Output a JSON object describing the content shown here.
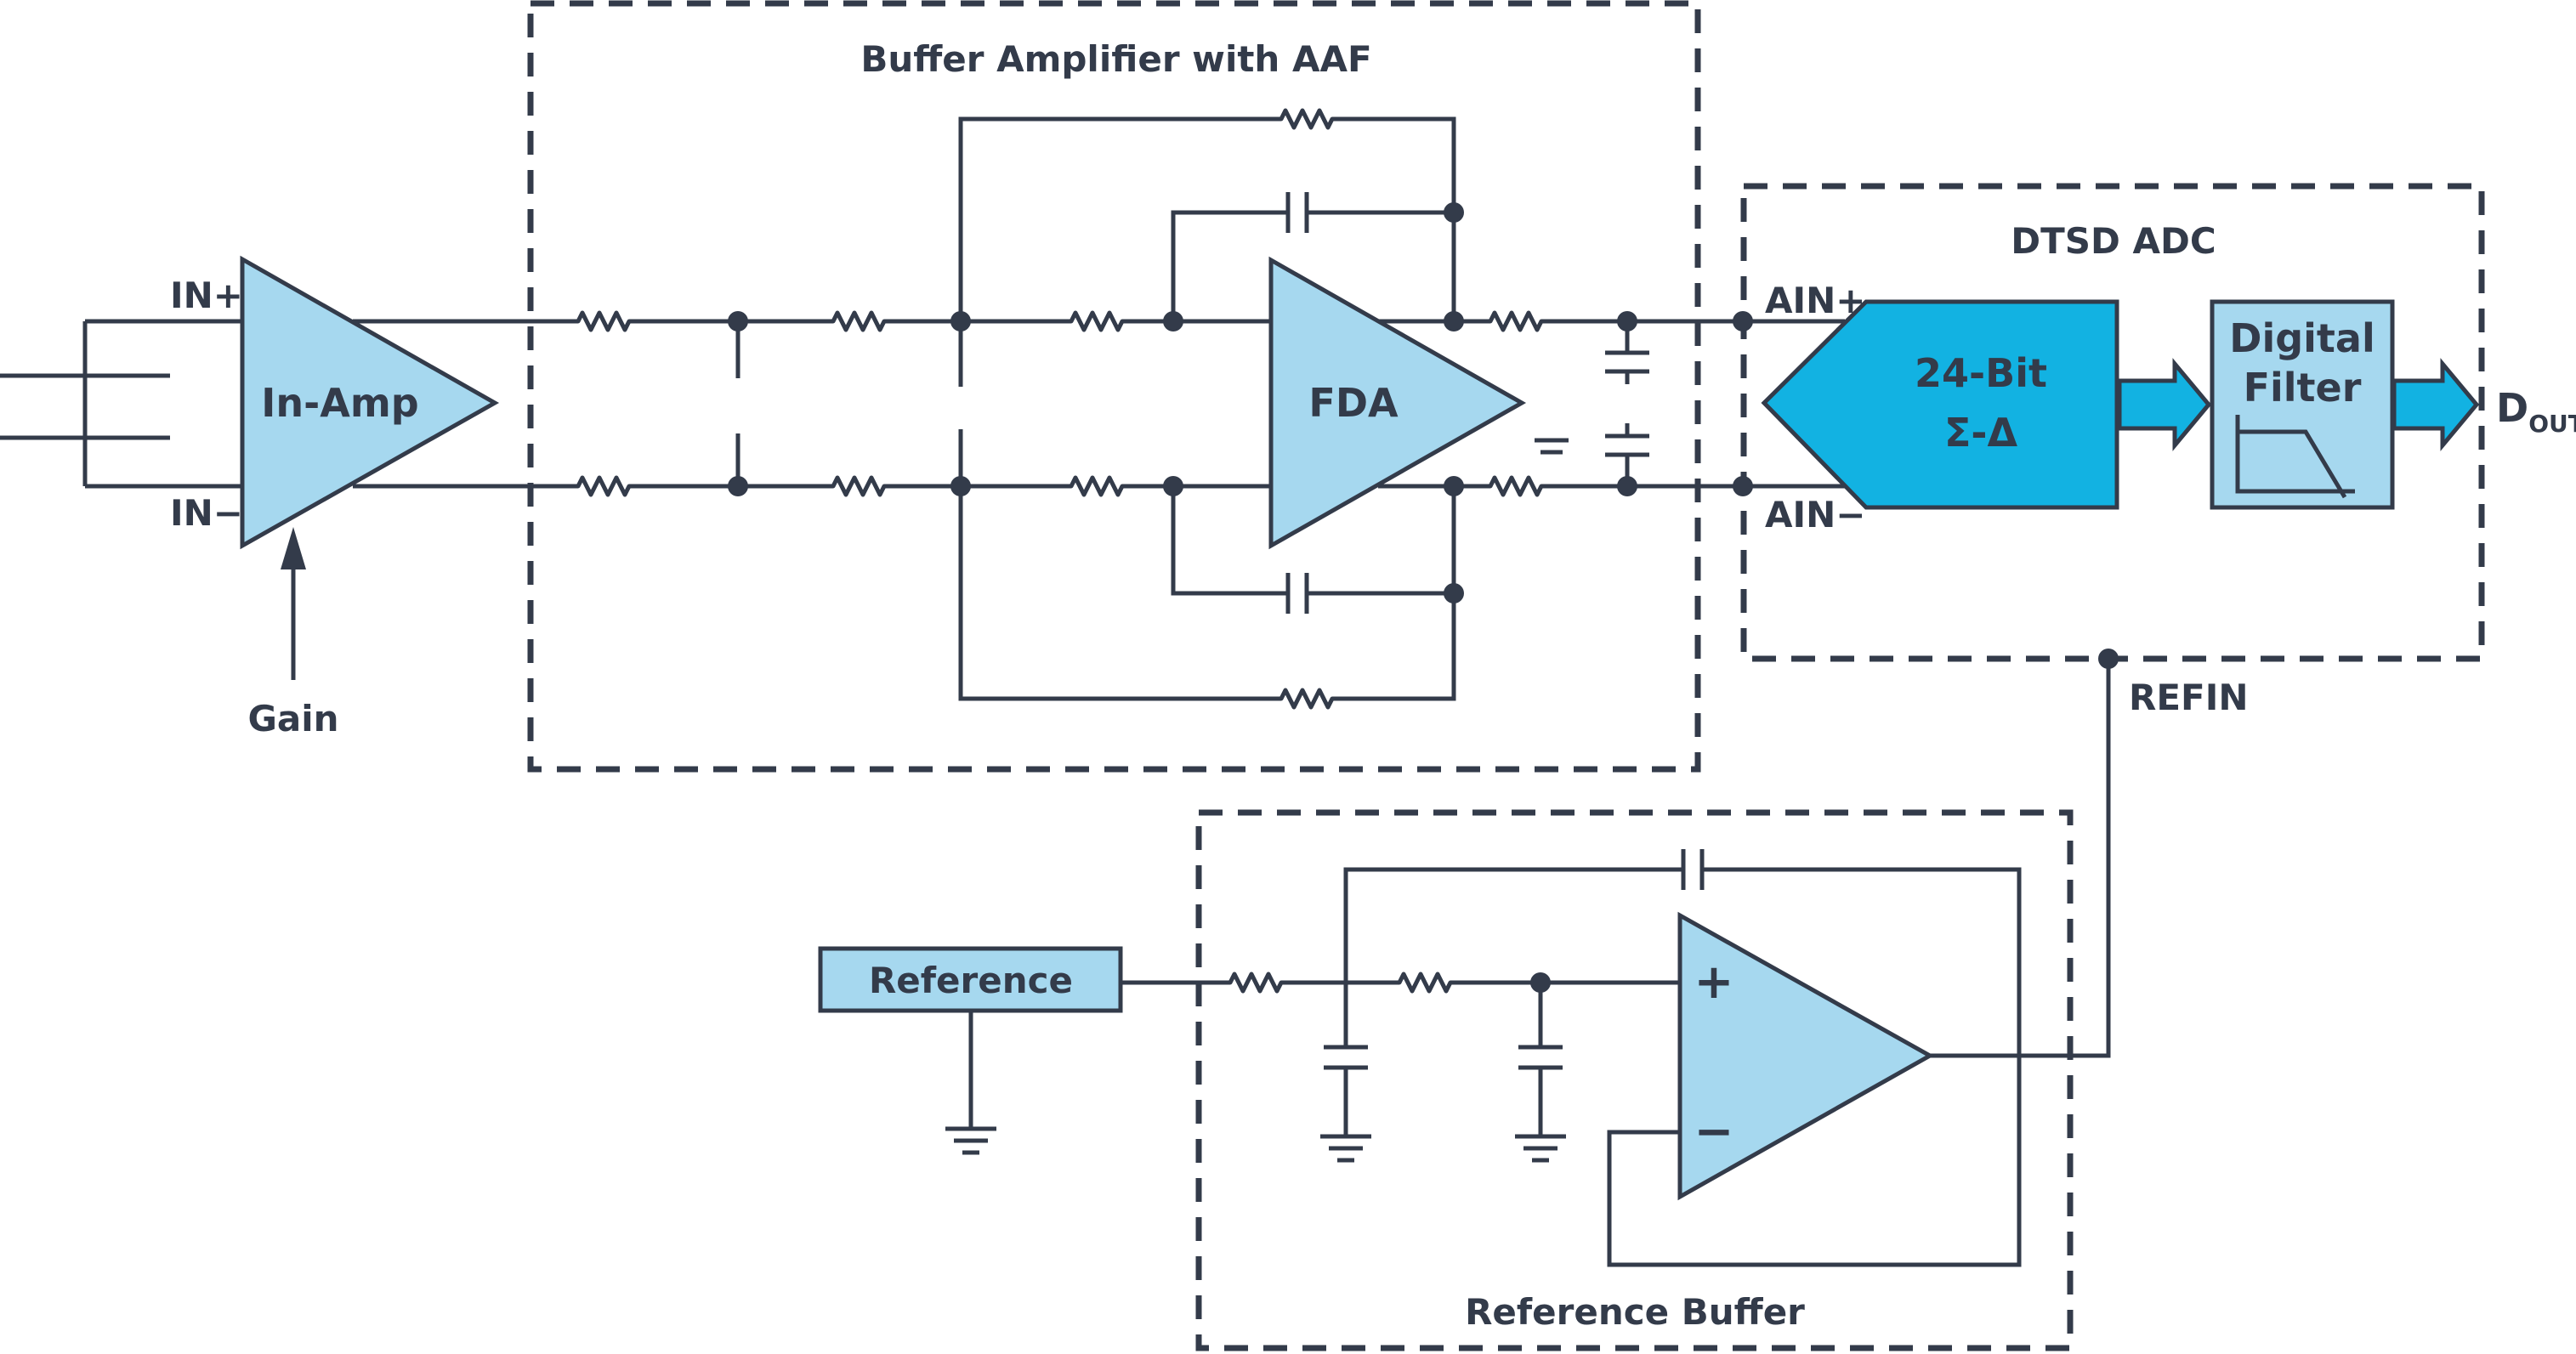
{
  "colors": {
    "wire": "#333b4a",
    "block_fill": "#a6d8ef",
    "adc_fill": "#12b2e2",
    "arrow_fill": "#12b2e2",
    "background": "#ffffff"
  },
  "groups": {
    "buffer_amp": "Buffer Amplifier with AAF",
    "adc": "DTSD ADC",
    "ref_buffer": "Reference Buffer"
  },
  "blocks": {
    "inamp": "In-Amp",
    "fda": "FDA",
    "adc_line1": "24-Bit",
    "adc_line2": "Σ-Δ",
    "filter_line1": "Digital",
    "filter_line2": "Filter",
    "reference": "Reference"
  },
  "labels": {
    "in_plus": "IN+",
    "in_minus": "IN−",
    "gain": "Gain",
    "ain_plus": "AIN+",
    "ain_minus": "AIN−",
    "refin": "REFIN",
    "dout_main": "D",
    "dout_sub": "OUT",
    "opamp_plus": "+",
    "opamp_minus": "−"
  }
}
